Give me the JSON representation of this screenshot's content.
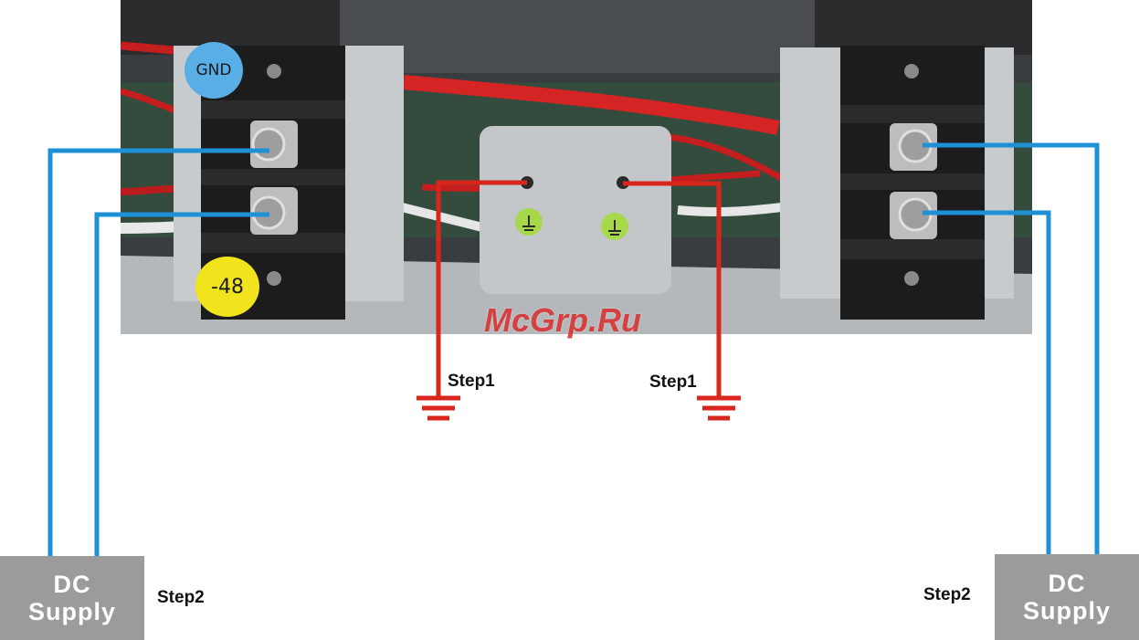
{
  "photo": {
    "gnd_tag": "GND",
    "neg_tag": "-48"
  },
  "watermark": "McGrp.Ru",
  "steps": {
    "step1_left": "Step1",
    "step1_right": "Step1",
    "step2_left": "Step2",
    "step2_right": "Step2"
  },
  "dc_supply_left": {
    "line1": "DC",
    "line2": "Supply"
  },
  "dc_supply_right": {
    "line1": "DC",
    "line2": "Supply"
  },
  "colors": {
    "ground_wire": "#d9261c",
    "supply_wire": "#1e90d6",
    "dc_box": "#9b9b9b",
    "gnd_tag": "#5aaee6",
    "neg_tag": "#f2e41c"
  }
}
